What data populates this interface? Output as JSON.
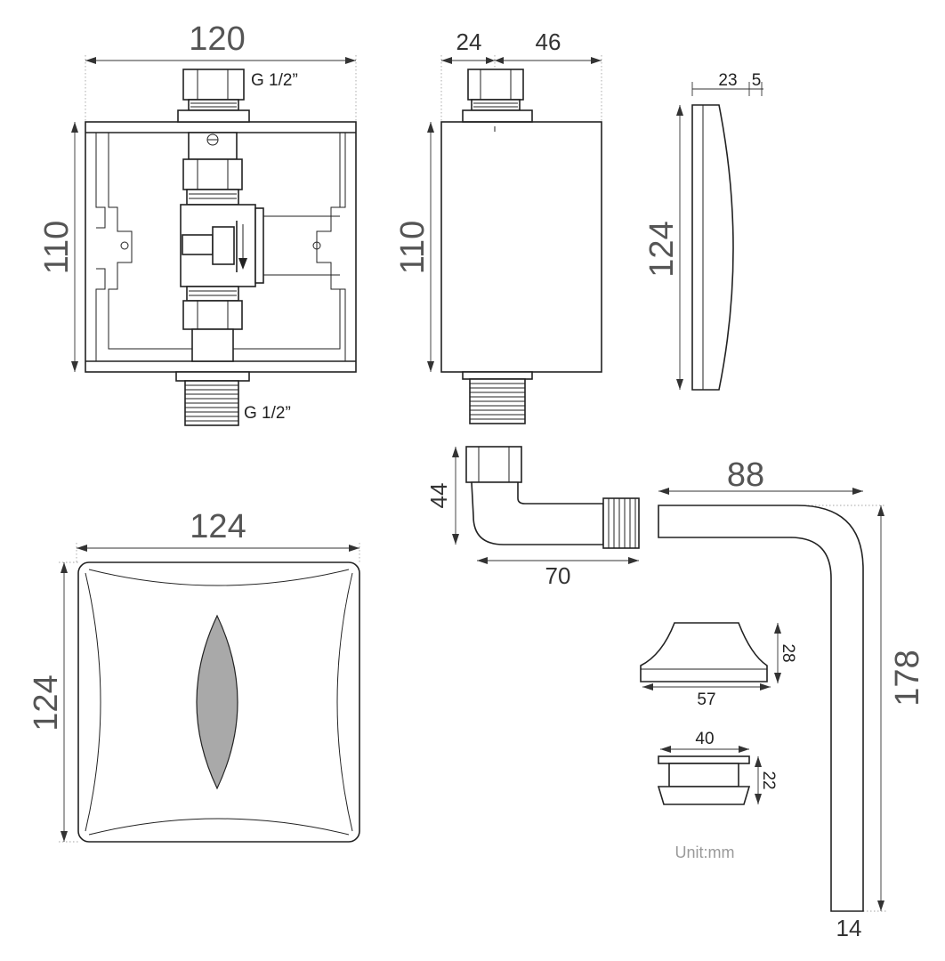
{
  "dimensions": {
    "box_width": "120",
    "box_height_front": "110",
    "depth_front": "24",
    "depth_back": "46",
    "box_height_side": "110",
    "cover_height": "124",
    "cover_depth": "23",
    "cover_lip": "5",
    "panel_width": "124",
    "panel_height": "124",
    "elbow_height": "44",
    "elbow_length": "70",
    "pipe_width": "88",
    "pipe_height": "178",
    "pipe_diameter": "14",
    "escutcheon_height": "28",
    "escutcheon_width": "57",
    "cap_width": "40",
    "cap_height": "22"
  },
  "labels": {
    "thread_top": "G 1/2”",
    "thread_bottom": "G 1/2”",
    "unit": "Unit:mm"
  },
  "colors": {
    "line": "#222222",
    "sensor_window": "#a9a9a9",
    "dimension_text": "#555555"
  }
}
